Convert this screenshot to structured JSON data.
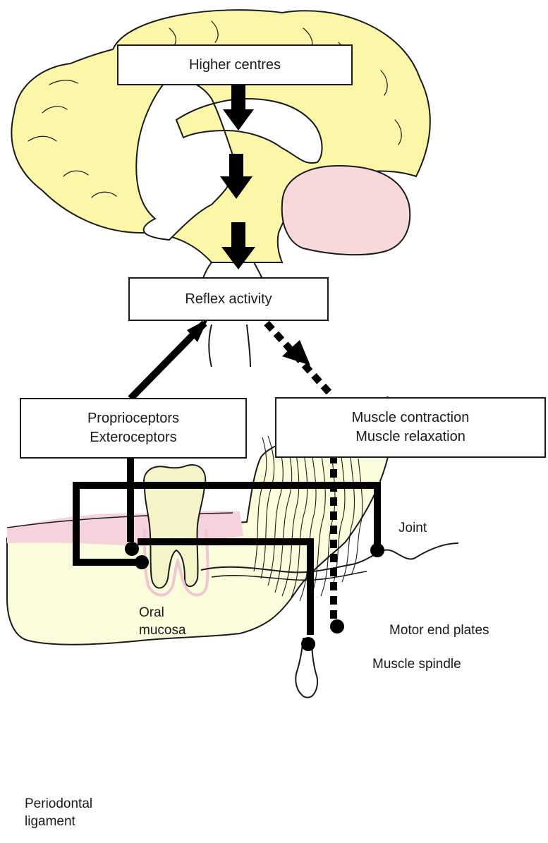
{
  "boxes": {
    "higher_centres": "Higher centres",
    "reflex_activity": "Reflex activity",
    "receptors_line1": "Proprioceptors",
    "receptors_line2": "Exteroceptors",
    "muscle_line1": "Muscle contraction",
    "muscle_line2": "Muscle relaxation"
  },
  "labels": {
    "joint": "Joint",
    "motor_end_plates": "Motor end plates",
    "muscle_spindle": "Muscle spindle",
    "oral_line1": "Oral",
    "oral_line2": "mucosa",
    "periodontal_line1": "Periodontal",
    "periodontal_line2": "ligament"
  },
  "colors": {
    "brain": "#fbf6a8",
    "cerebellum": "#f7d9dc",
    "gum": "#f6d3dc",
    "tooth": "#f5f3c8",
    "line": "#000000"
  }
}
